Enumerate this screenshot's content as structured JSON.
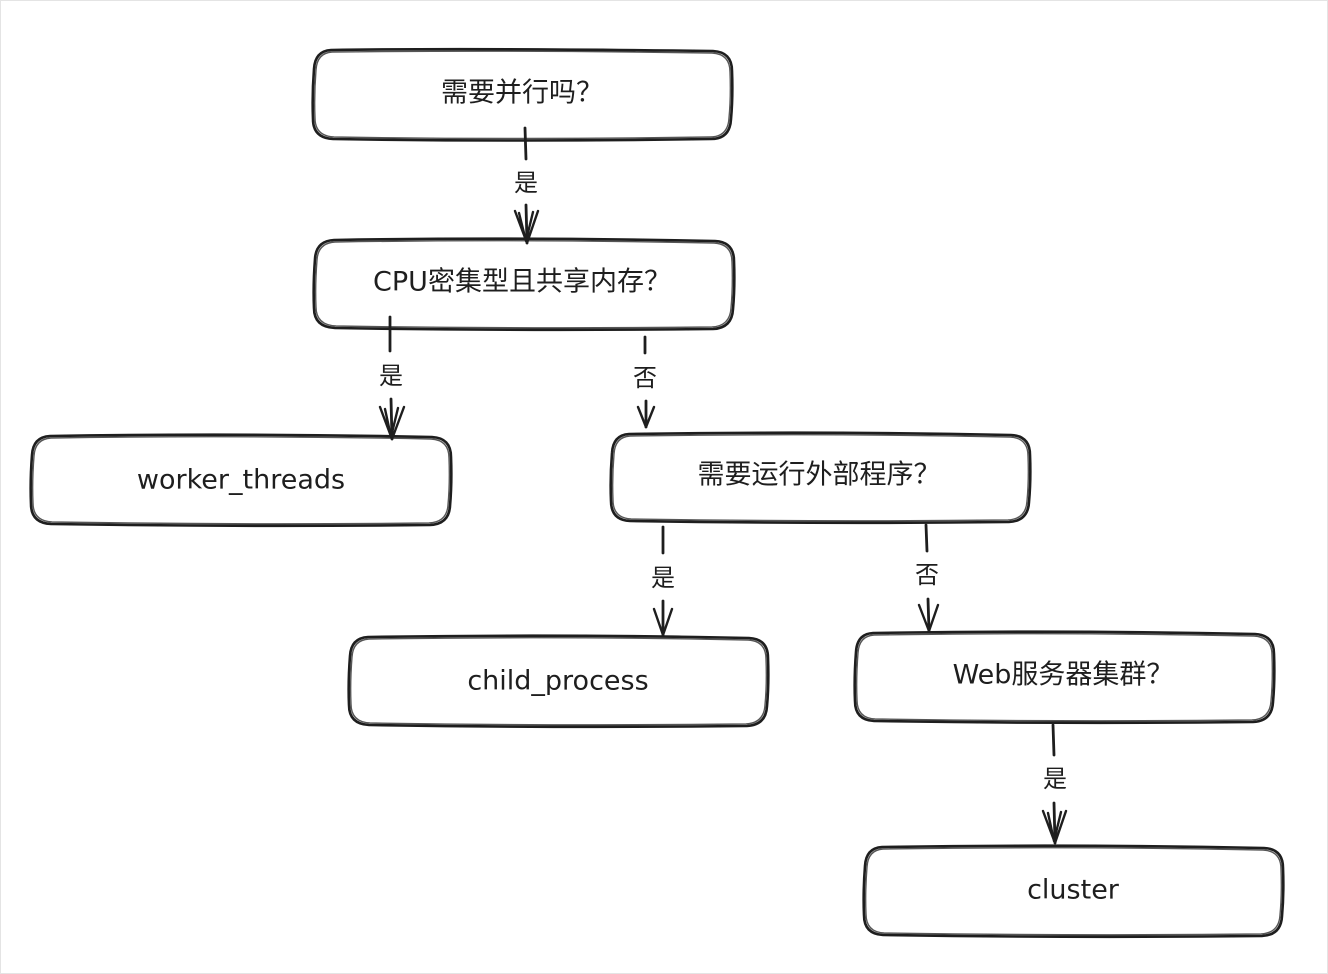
{
  "nodes": {
    "need_parallel": {
      "label": "需要并行吗？"
    },
    "cpu_shared": {
      "label": "CPU密集型且共享内存？"
    },
    "worker_threads": {
      "label": "worker_threads"
    },
    "run_external": {
      "label": "需要运行外部程序？"
    },
    "child_process": {
      "label": "child_process"
    },
    "web_cluster": {
      "label": "Web服务器集群？"
    },
    "cluster": {
      "label": "cluster"
    }
  },
  "edges": {
    "need_parallel_to_cpu_shared": {
      "label": "是"
    },
    "cpu_shared_to_worker_threads": {
      "label": "是"
    },
    "cpu_shared_to_run_external": {
      "label": "否"
    },
    "run_external_to_child_process": {
      "label": "是"
    },
    "run_external_to_web_cluster": {
      "label": "否"
    },
    "web_cluster_to_cluster": {
      "label": "是"
    }
  }
}
